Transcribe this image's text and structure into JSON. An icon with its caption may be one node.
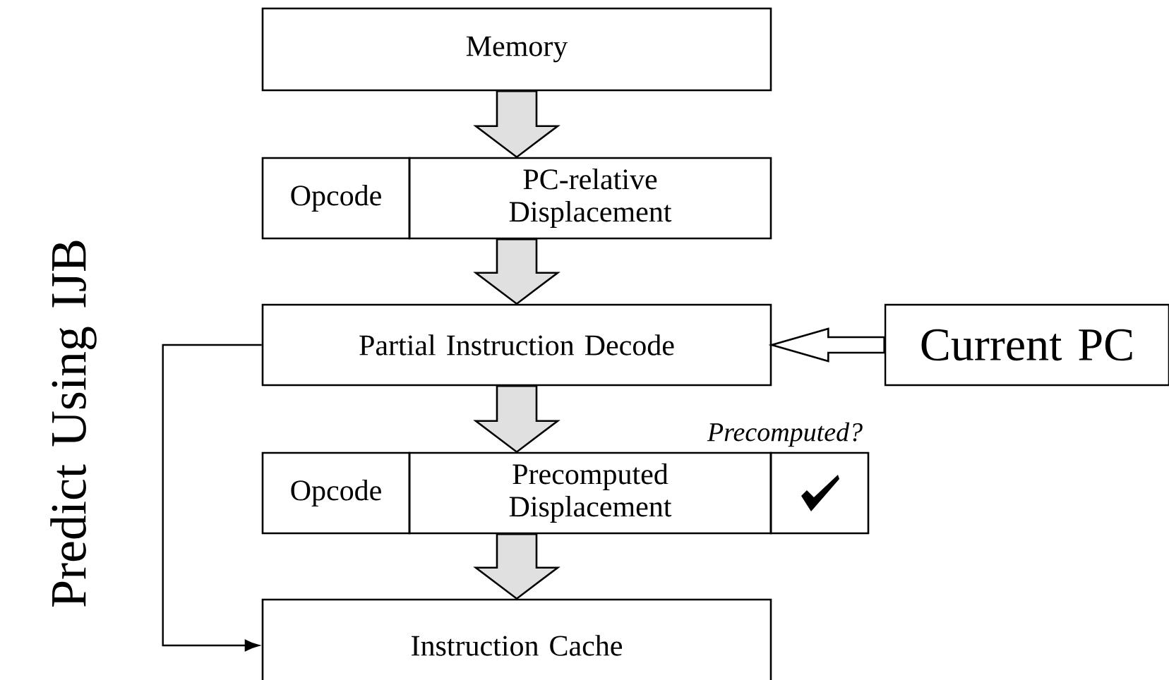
{
  "diagram": {
    "nodes": [
      {
        "text": [
          "Memory"
        ]
      },
      {
        "text": [
          "Opcode"
        ]
      },
      {
        "text": [
          "PC-relative Displacement"
        ]
      },
      {
        "text": [
          "Partial Instruction Decode"
        ]
      },
      {
        "text": [
          "Current PC"
        ]
      },
      {
        "text": [
          "Opcode"
        ]
      },
      {
        "text": [
          "Precomputed Displacement"
        ]
      },
      {
        "text": [],
        "shape": "box",
        "beside": [
          "Precomputed?"
        ]
      },
      {
        "text": [
          "Instruction Cache"
        ]
      }
    ],
    "edges": [
      {
        "from": 0,
        "to": 2,
        "arrow": "to",
        "style": "thick"
      },
      {
        "from": 2,
        "to": 3,
        "arrow": "to",
        "style": "thick"
      },
      {
        "from": 4,
        "to": 3,
        "arrow": "to",
        "style": "thick"
      },
      {
        "from": 3,
        "to": 6,
        "arrow": "to",
        "style": "thick"
      },
      {
        "from": 6,
        "to": 8,
        "arrow": "to",
        "style": "thick"
      },
      {
        "from": 3,
        "to": 8,
        "arrow": "to"
      }
    ],
    "labels": [
      "Predict Using IJB"
    ]
  }
}
